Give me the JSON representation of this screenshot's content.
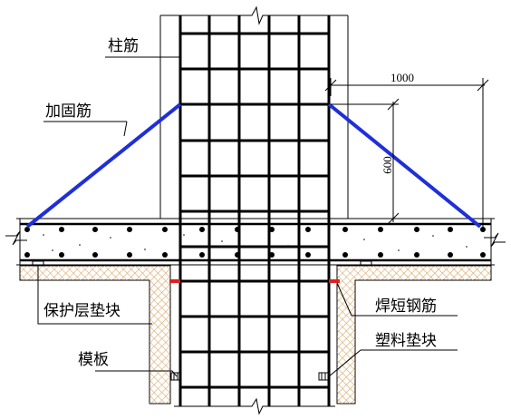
{
  "labels": {
    "column_rebar": "柱筋",
    "reinforcing_bar": "加固筋",
    "cover_block": "保护层垫块",
    "formwork": "模板",
    "welded_short_bar": "焊短钢筋",
    "plastic_spacer": "塑料垫块"
  },
  "dimensions": {
    "horizontal": "1000",
    "vertical": "600"
  },
  "colors": {
    "line": "#000000",
    "reinforcing_bar": "#1f2fd8",
    "weld": "#e02020",
    "formwork_hatch": "#d9a86a"
  }
}
